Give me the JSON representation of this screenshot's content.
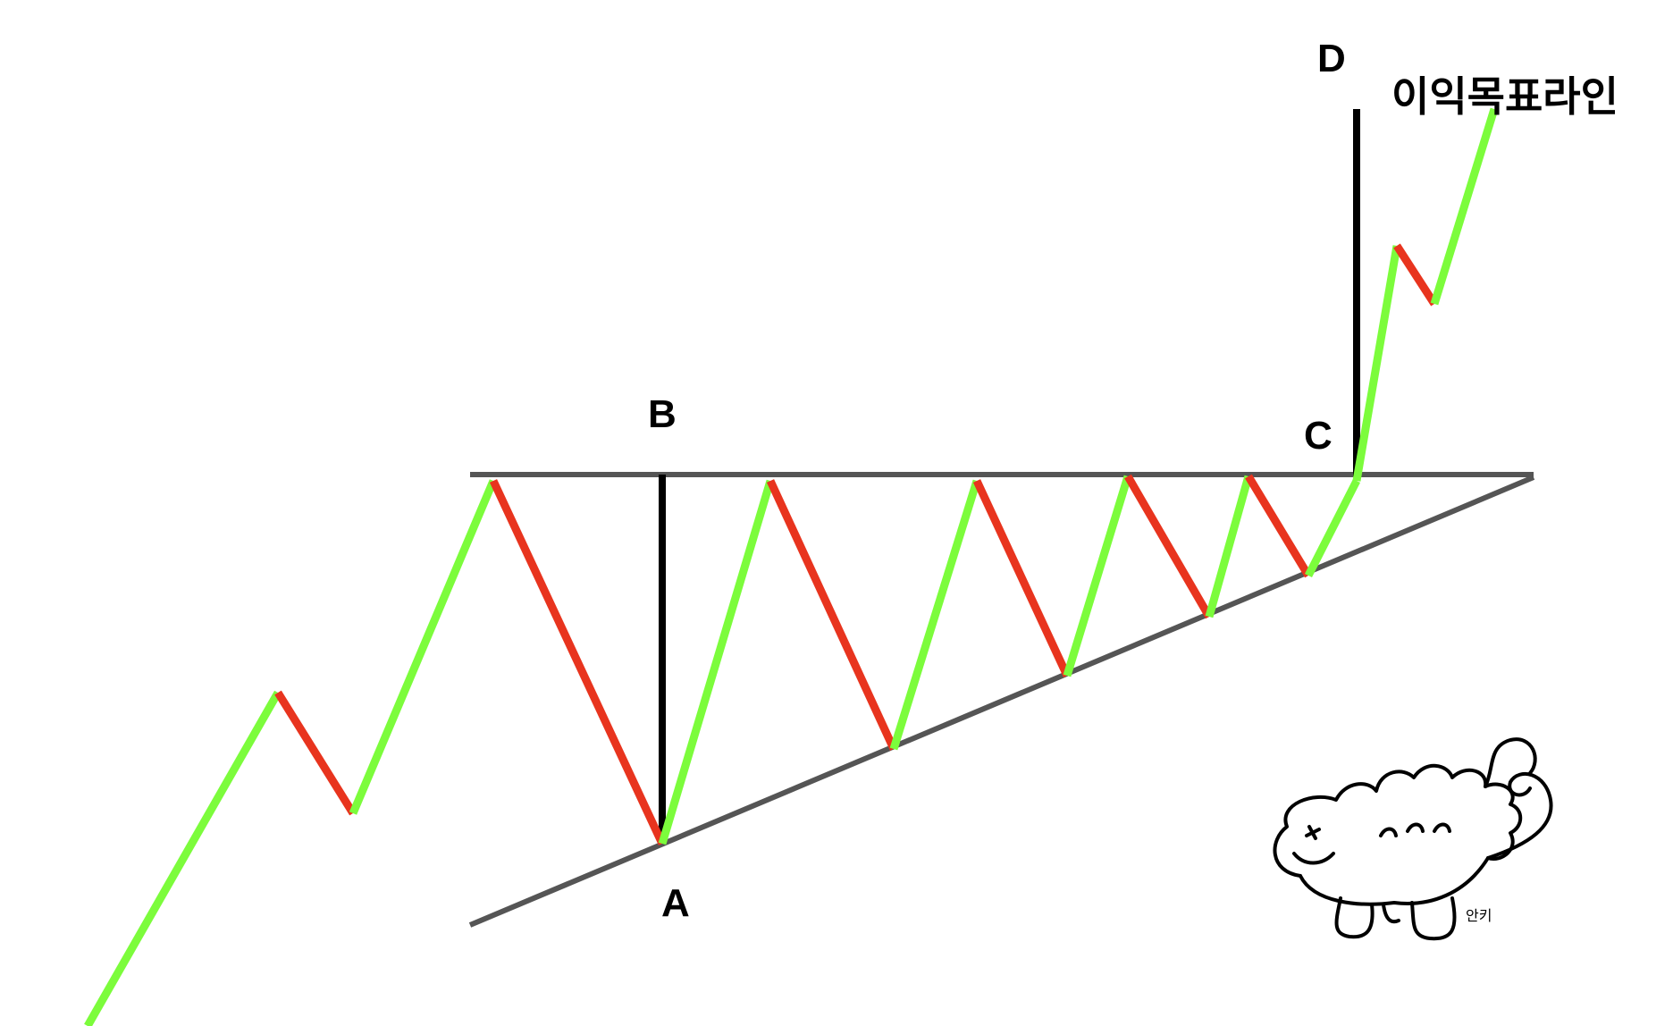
{
  "labels": {
    "a": "A",
    "b": "B",
    "c": "C",
    "d": "D",
    "target": "이익목표라인",
    "signature": "안키"
  },
  "colors": {
    "up": "#7CFC3C",
    "down": "#E8341E",
    "trendline": "#555555",
    "measure": "#000000",
    "background": "#FFFFFF"
  },
  "icons": {
    "mascot": "dinosaur-doodle-icon"
  }
}
